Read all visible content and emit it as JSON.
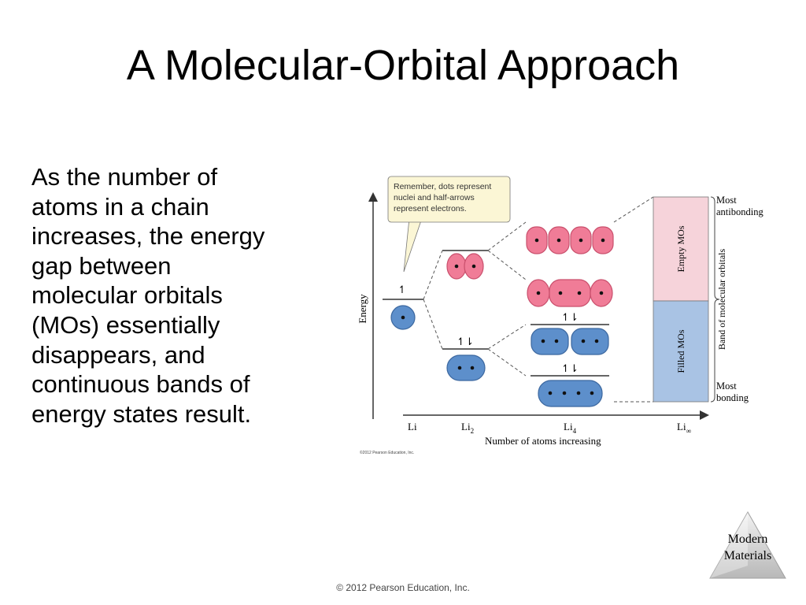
{
  "slide": {
    "title": "A Molecular-Orbital Approach",
    "body_lines": [
      "As the number of",
      "atoms in a chain",
      "increases, the energy",
      "gap between",
      "molecular orbitals",
      "(MOs) essentially",
      "disappears, and",
      "continuous bands of",
      "energy states result."
    ],
    "section_badge_lines": [
      "Modern",
      "Materials"
    ],
    "footer": "© 2012 Pearson Education, Inc."
  },
  "figure": {
    "callout_lines": [
      "Remember, dots represent",
      "nuclei and half-arrows",
      "represent electrons."
    ],
    "y_axis_label": "Energy",
    "x_axis_label": "Number of atoms increasing",
    "x_labels": {
      "li": "Li",
      "li2": "Li",
      "li2_sub": "2",
      "li4": "Li",
      "li4_sub": "4",
      "li_inf": "Li",
      "li_inf_sub": "∞"
    },
    "band_labels": {
      "empty": "Empty MOs",
      "filled": "Filled MOs",
      "bracket": "Band of molecular orbitals",
      "top_line1": "Most",
      "top_line2": "antibonding",
      "bottom_line1": "Most",
      "bottom_line2": "bonding"
    },
    "electron_symbols": {
      "single": "↿",
      "pair": "↿⇂"
    },
    "copyright": "©2012 Pearson Education, Inc.",
    "colors": {
      "antibonding_fill": "#f07c97",
      "antibonding_stroke": "#c94f6c",
      "bonding_fill": "#5d8fcb",
      "bonding_stroke": "#3b679f",
      "band_empty": "#f6d3da",
      "band_filled": "#a9c3e4",
      "callout_fill": "#fbf6d5"
    }
  }
}
